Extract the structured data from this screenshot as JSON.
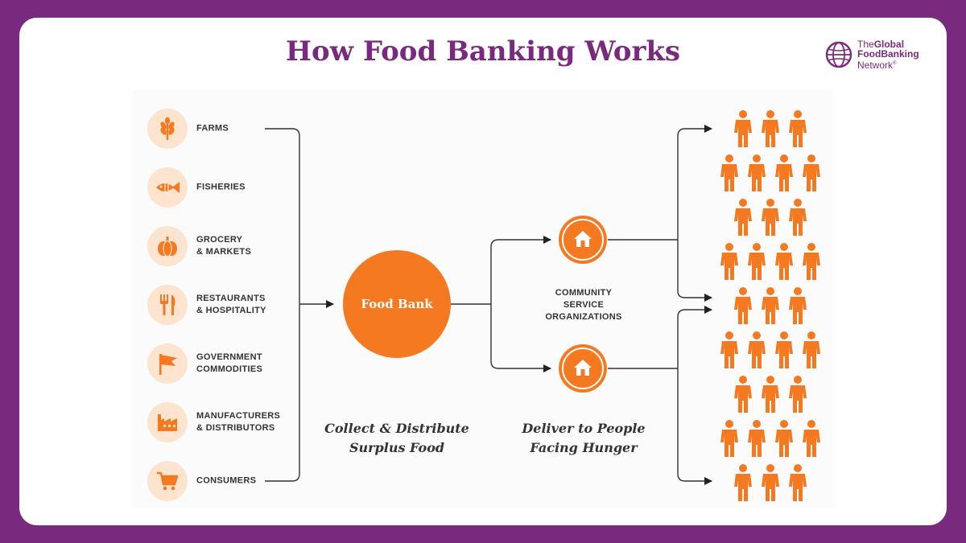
{
  "title": "How Food Banking Works",
  "logo": {
    "line1": "The",
    "line1b": "Global",
    "line2": "FoodBanking",
    "line3": "Network",
    "mark": "®",
    "icon": "globe-icon"
  },
  "sources": [
    {
      "icon": "wheat-icon",
      "line1": "FARMS",
      "line2": ""
    },
    {
      "icon": "fish-icon",
      "line1": "FISHERIES",
      "line2": ""
    },
    {
      "icon": "pumpkin-icon",
      "line1": "GROCERY",
      "line2": "& MARKETS"
    },
    {
      "icon": "fork-knife-icon",
      "line1": "RESTAURANTS",
      "line2": "& HOSPITALITY"
    },
    {
      "icon": "flag-icon",
      "line1": "GOVERNMENT",
      "line2": "COMMODITIES"
    },
    {
      "icon": "factory-icon",
      "line1": "MANUFACTURERS",
      "line2": "& DISTRIBUTORS"
    },
    {
      "icon": "shopping-cart-icon",
      "line1": "CONSUMERS",
      "line2": ""
    }
  ],
  "food_bank": "Food Bank",
  "cso": {
    "line1": "COMMUNITY",
    "line2": "SERVICE",
    "line3": "ORGANIZATIONS"
  },
  "captions": {
    "collect": {
      "line1": "Collect & Distribute",
      "line2": "Surplus Food"
    },
    "deliver": {
      "line1": "Deliver to People",
      "line2": "Facing Hunger"
    }
  },
  "colors": {
    "brand_purple": "#7a2a7e",
    "orange": "#f47920",
    "icon_bg": "#fde4ce"
  }
}
